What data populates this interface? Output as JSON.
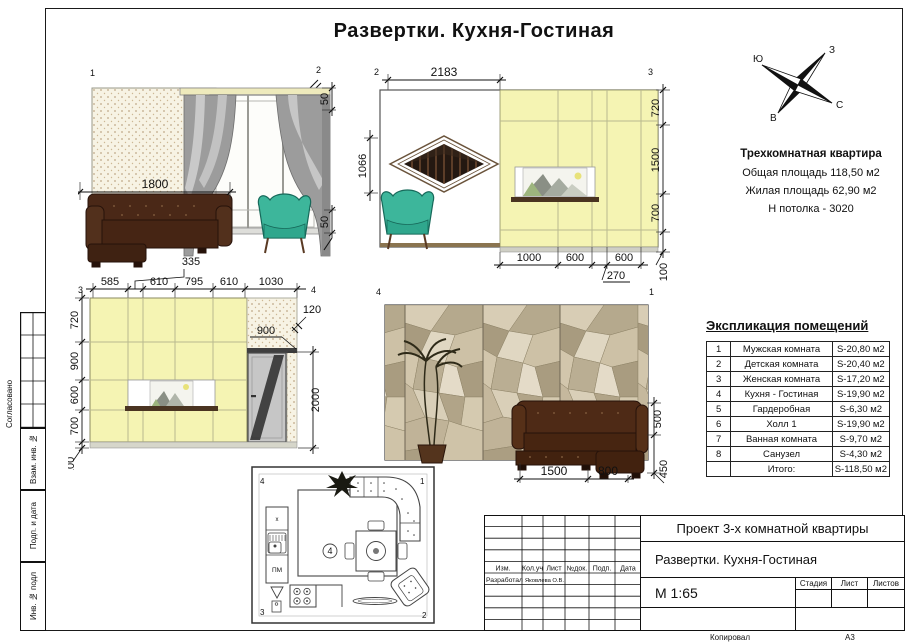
{
  "sheet": {
    "title": "Развертки. Кухня-Гостиная",
    "copied": "Копировал",
    "format": "А3"
  },
  "compass": {
    "west": "З",
    "south": "Ю",
    "north": "С",
    "east": "В"
  },
  "apartment": {
    "title": "Трехкомнатная квартира",
    "total_area": "Общая площадь 118,50 м2",
    "living_area": "Жилая площадь 62,90 м2",
    "ceiling": "Н потолка - 3020"
  },
  "explication": {
    "title": "Экспликация помещений",
    "rows": [
      [
        "1",
        "Мужская комната",
        "S-20,80 м2"
      ],
      [
        "2",
        "Детская комната",
        "S-20,40 м2"
      ],
      [
        "3",
        "Женская комната",
        "S-17,20 м2"
      ],
      [
        "4",
        "Кухня - Гостиная",
        "S-19,90 м2"
      ],
      [
        "5",
        "Гардеробная",
        "S-6,30 м2"
      ],
      [
        "6",
        "Холл 1",
        "S-19,90 м2"
      ],
      [
        "7",
        "Ванная комната",
        "S-9,70 м2"
      ],
      [
        "8",
        "Санузел",
        "S-4,30 м2"
      ],
      [
        "",
        "Итого:",
        "S-118,50 м2"
      ]
    ]
  },
  "stamp": {
    "project": "Проект 3-х комнатной квартиры",
    "doc_title": "Развертки. Кухня-Гостиная",
    "scale": "М 1:65",
    "cols": [
      "Изм.",
      "Кол.уч",
      "Лист",
      "№док.",
      "Подп.",
      "Дата"
    ],
    "role": "Разработал",
    "author": "Яковлева О.В.",
    "stage": "Стадия",
    "sheet": "Лист",
    "sheets": "Листов"
  },
  "side": {
    "agreed": "Согласовано",
    "vzam": "Взам. инв. №",
    "podp": "Подп. и дата",
    "inv": "Инв. № подл"
  },
  "el1": {
    "m1": "1",
    "m2": "2",
    "d1800": "1800",
    "d50a": "50",
    "d50b": "50"
  },
  "el2": {
    "m1": "2",
    "m2": "3",
    "d2183": "2183",
    "d1066": "1066",
    "d720": "720",
    "d1500": "1500",
    "d700": "700",
    "d100": "100",
    "d1000": "1000",
    "d600a": "600",
    "d600b": "600",
    "d270": "270"
  },
  "el3": {
    "m1": "3",
    "m2": "4",
    "d335": "335",
    "d585": "585",
    "d610a": "610",
    "d795": "795",
    "d610b": "610",
    "d1030": "1030",
    "d720": "720",
    "d900l": "900",
    "d600": "600",
    "d700": "700",
    "d100": "100",
    "d120": "120",
    "d900r": "900",
    "d2000": "2000"
  },
  "el4": {
    "m1": "4",
    "m2": "1",
    "d1500": "1500",
    "d800": "800",
    "d500": "500",
    "d450": "450"
  },
  "plan": {
    "c4": "4",
    "c1": "1",
    "c3": "3",
    "c2": "2",
    "room": "4",
    "x_label": "x",
    "pm_label": "ПМ"
  },
  "colors": {
    "cabinet_yellow": "#f5f4b3",
    "teal_chair": "#3db69b",
    "sofa_brown": "#4a2817",
    "panel_beige": "#c9bda4"
  }
}
